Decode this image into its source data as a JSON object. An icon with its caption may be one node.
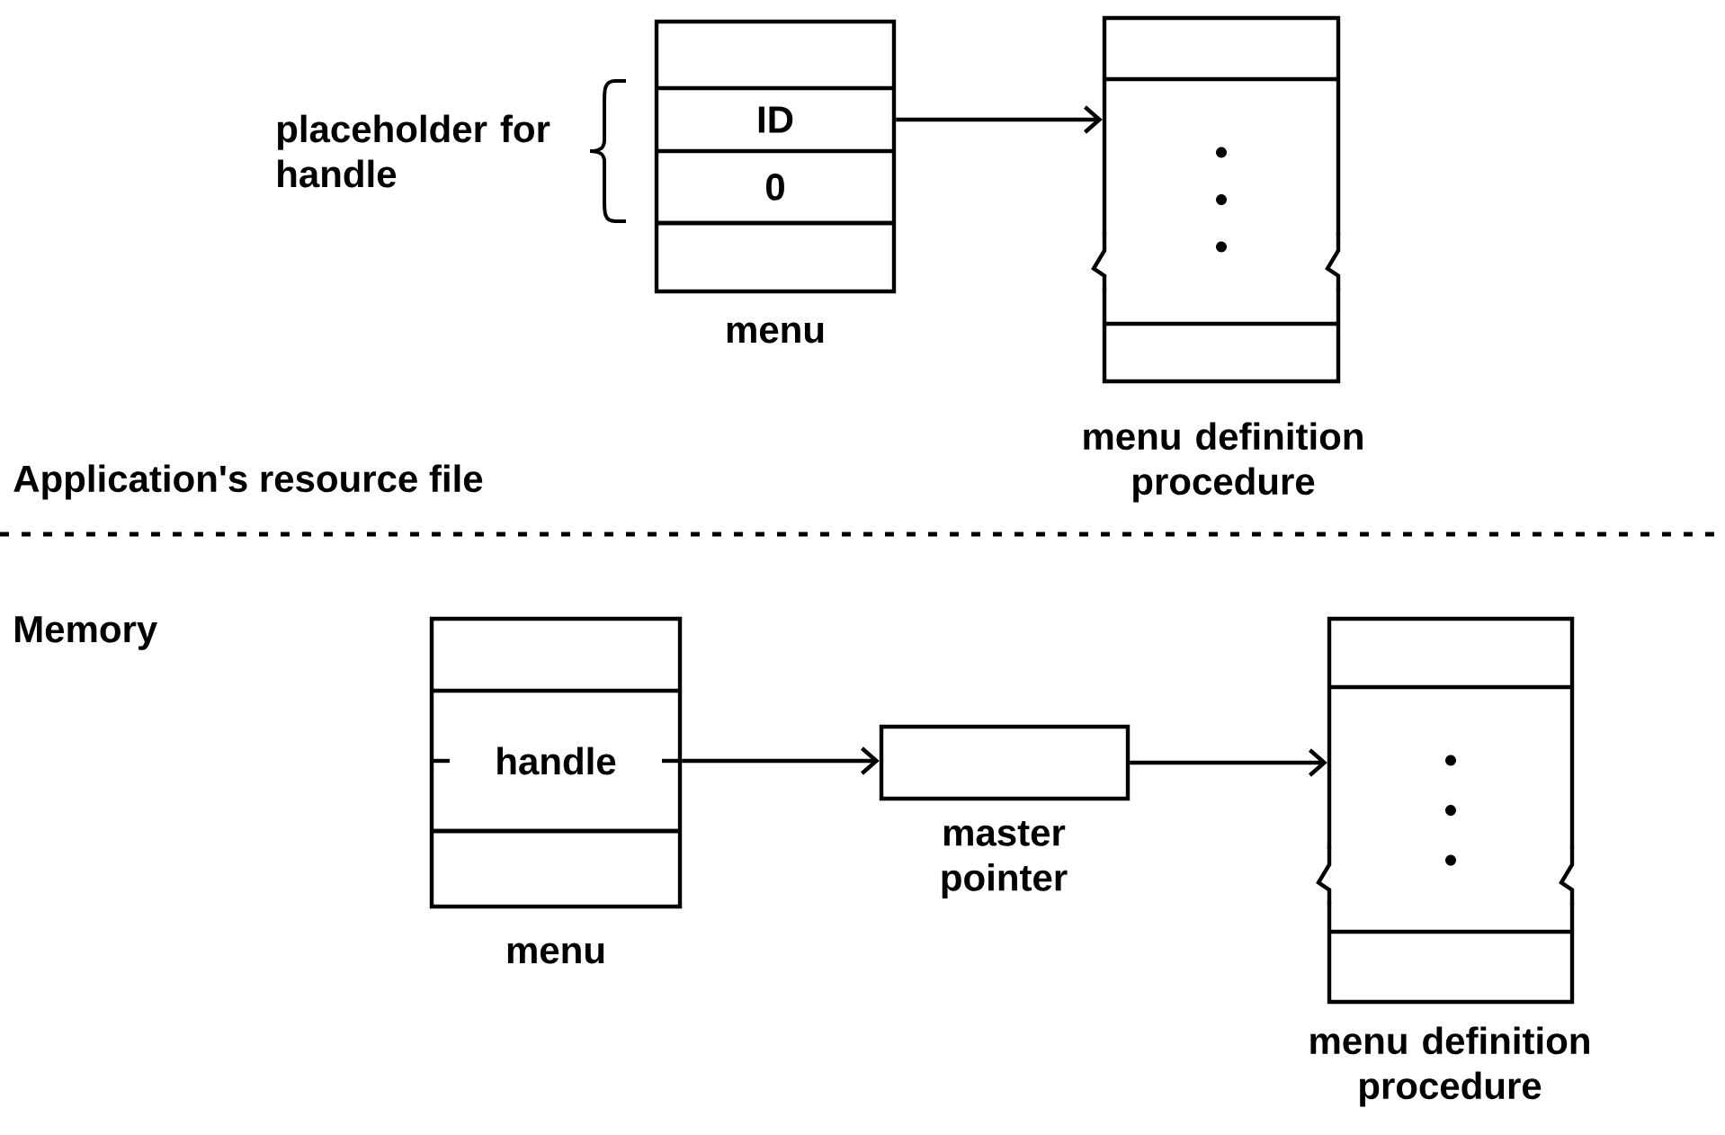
{
  "diagram": {
    "nodes": [
      {
        "text": [],
        "shape": "box",
        "beside": [
          "menu"
        ]
      },
      {
        "text": [
          "ID"
        ],
        "in": 0
      },
      {
        "text": [
          "0"
        ],
        "in": 0
      },
      {
        "text": [],
        "shape": "box",
        "beside": [
          "menu definition procedure"
        ]
      },
      {
        "text": [],
        "shape": "box",
        "beside": [
          "menu"
        ]
      },
      {
        "text": [
          "handle"
        ],
        "in": 4
      },
      {
        "text": [],
        "shape": "box",
        "beside": [
          "master pointer"
        ]
      },
      {
        "text": [],
        "shape": "box",
        "beside": [
          "menu definition procedure"
        ]
      }
    ],
    "edges": [
      {
        "from": 1,
        "to": 3,
        "arrow": "to"
      },
      {
        "from": 5,
        "to": 6,
        "arrow": "to"
      },
      {
        "from": 6,
        "to": 7,
        "arrow": "to"
      }
    ],
    "labels": [
      "placeholder for handle",
      "Application's resource file",
      "Memory"
    ]
  }
}
